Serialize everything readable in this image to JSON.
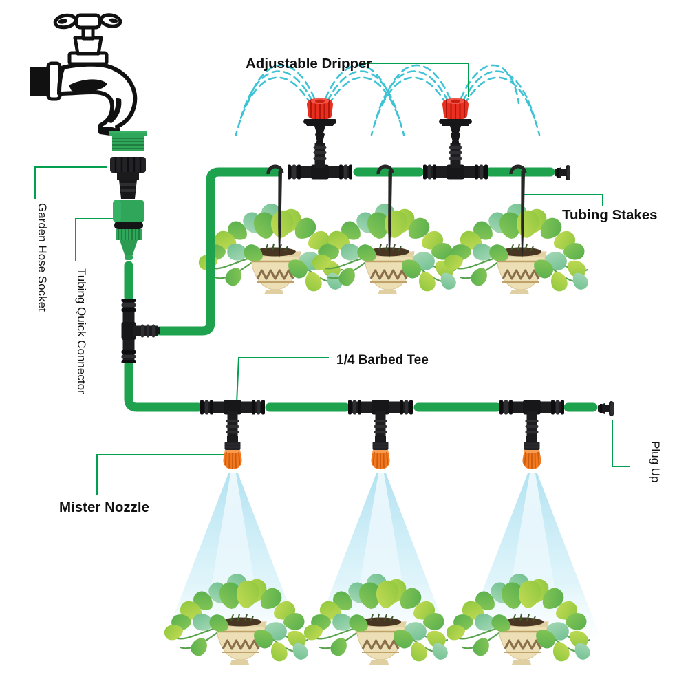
{
  "labels": {
    "adjustable_dripper": "Adjustable Dripper",
    "garden_hose_socket": "Garden Hose Socket",
    "tubing_quick_connector": "Tubing Quick Connector",
    "tubing_stakes": "Tubing Stakes",
    "barbed_tee": "1/4 Barbed Tee",
    "mister_nozzle": "Mister Nozzle",
    "plug_up": "Plug Up"
  },
  "colors": {
    "tube_green": "#1ea24d",
    "leader_green": "#00a050",
    "spray_cyan": "#3fc3d4",
    "mist_blue": "#bfe7f0",
    "dripper_red": "#e93020",
    "mister_orange": "#f2791f",
    "fitting_black": "#1b1b1e",
    "connector_green": "#2fa65a",
    "pot_beige": "#ecdfb6",
    "pot_pattern_brown": "#8a6f4a",
    "leaf_light": "#8dc63f",
    "leaf_green": "#57ae4e",
    "leaf_teal": "#6fbf8f",
    "text_color": "#111111"
  }
}
